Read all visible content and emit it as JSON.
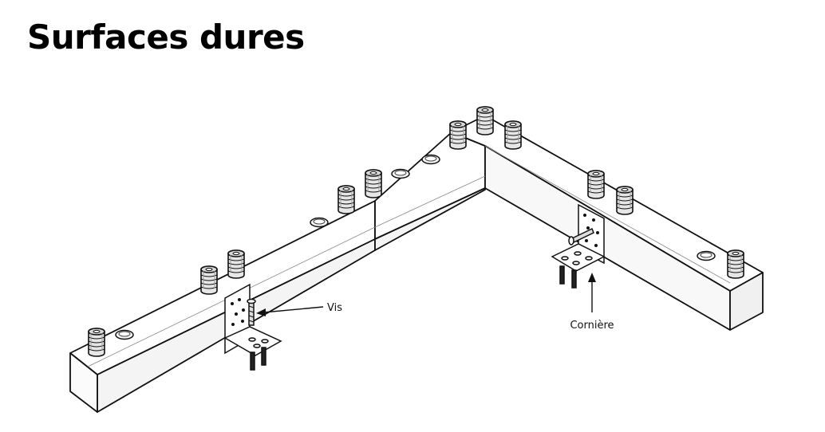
{
  "title": "Surfaces dures",
  "labels": {
    "screw": "Vis",
    "bracket": "Cornière"
  }
}
